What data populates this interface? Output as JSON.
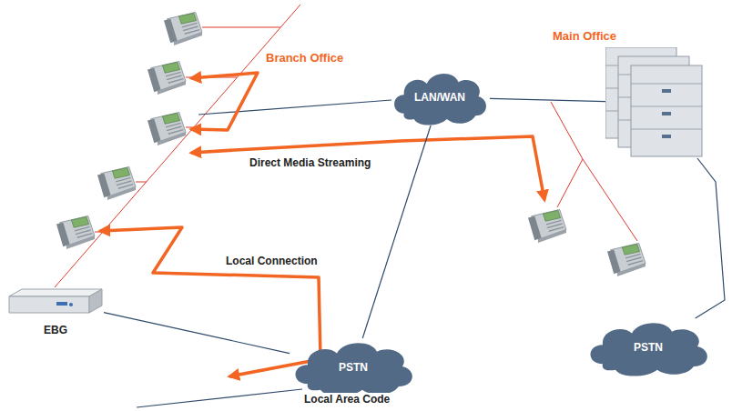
{
  "diagram": {
    "nodes": [
      {
        "text": [
          "LAN/WAN"
        ]
      },
      {
        "text": [
          "Main Office"
        ]
      },
      {
        "text": [
          "EBG"
        ]
      },
      {
        "text": [
          "PSTN"
        ]
      },
      {
        "text": [
          "PSTN"
        ]
      }
    ],
    "edges": [
      {
        "from": 2,
        "to": 3,
        "arrow": "none"
      },
      {
        "from": 0,
        "to": 3,
        "arrow": "none"
      },
      {
        "from": 0,
        "to": 1,
        "arrow": "none"
      },
      {
        "from": 1,
        "to": 4,
        "arrow": "none"
      }
    ],
    "labels": [
      "Branch Office",
      "Direct Media Streaming",
      "Local Connection",
      "Local Area Code"
    ]
  }
}
